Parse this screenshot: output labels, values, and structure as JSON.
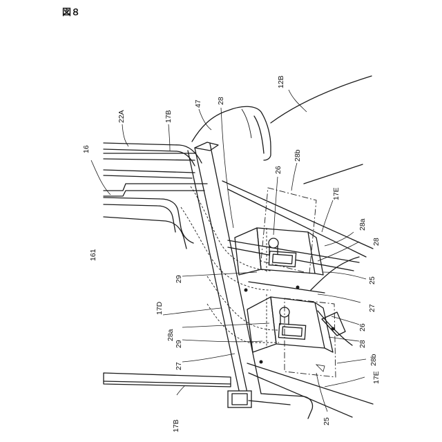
{
  "figure_title": "図８",
  "labels": {
    "l161": "161",
    "l16": "16",
    "l22A": "22A",
    "l17B_top": "17B",
    "l47": "47",
    "l28_top": "28",
    "l12B": "12B",
    "l28b_top": "28b",
    "l26_top": "26",
    "l17E_top": "17E",
    "l28a_right": "28a",
    "l28_right": "28",
    "l29_upper": "29",
    "l25_right": "25",
    "l17D": "17D",
    "l27_mid": "27",
    "l28a_left": "28a",
    "l26_low": "26",
    "l29_lower": "29",
    "l28_low": "28",
    "l27_low": "27",
    "l28b_low": "28b",
    "l17E_low": "17E",
    "l17B_low": "17B",
    "l25_low": "25"
  }
}
